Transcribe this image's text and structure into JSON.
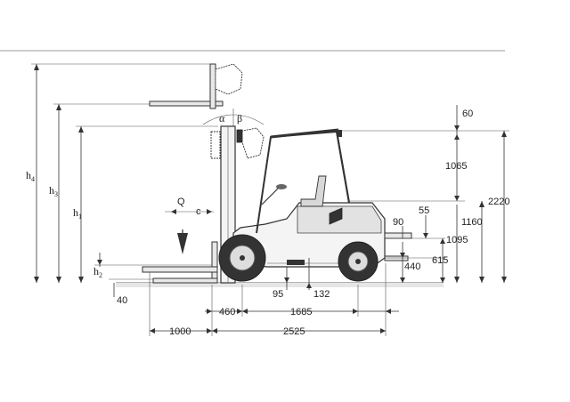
{
  "dimensions": {
    "fork_lift_adj": "60",
    "overhead_guard_to_seat": "1065",
    "overall_height_guard": "2220",
    "seat_height": "1160",
    "height_to_pivot": "1095",
    "hitch_offset": "90",
    "hitch_height_upper": "55",
    "hitch_height_lower": "615",
    "coupling_height": "440",
    "ground_clearance_mast": "95",
    "ground_clearance_center": "132",
    "fork_front_overhang": "460",
    "wheelbase": "1685",
    "fork_length": "1000",
    "length_to_fork_face": "2525",
    "fork_thickness": "40"
  },
  "symbols": {
    "h4": "h",
    "h4_sub": "4",
    "h3": "h",
    "h3_sub": "3",
    "h1": "h",
    "h1_sub": "1",
    "h2": "h",
    "h2_sub": "2",
    "load": "Q",
    "center": "c",
    "alpha": "α",
    "beta": "β"
  }
}
